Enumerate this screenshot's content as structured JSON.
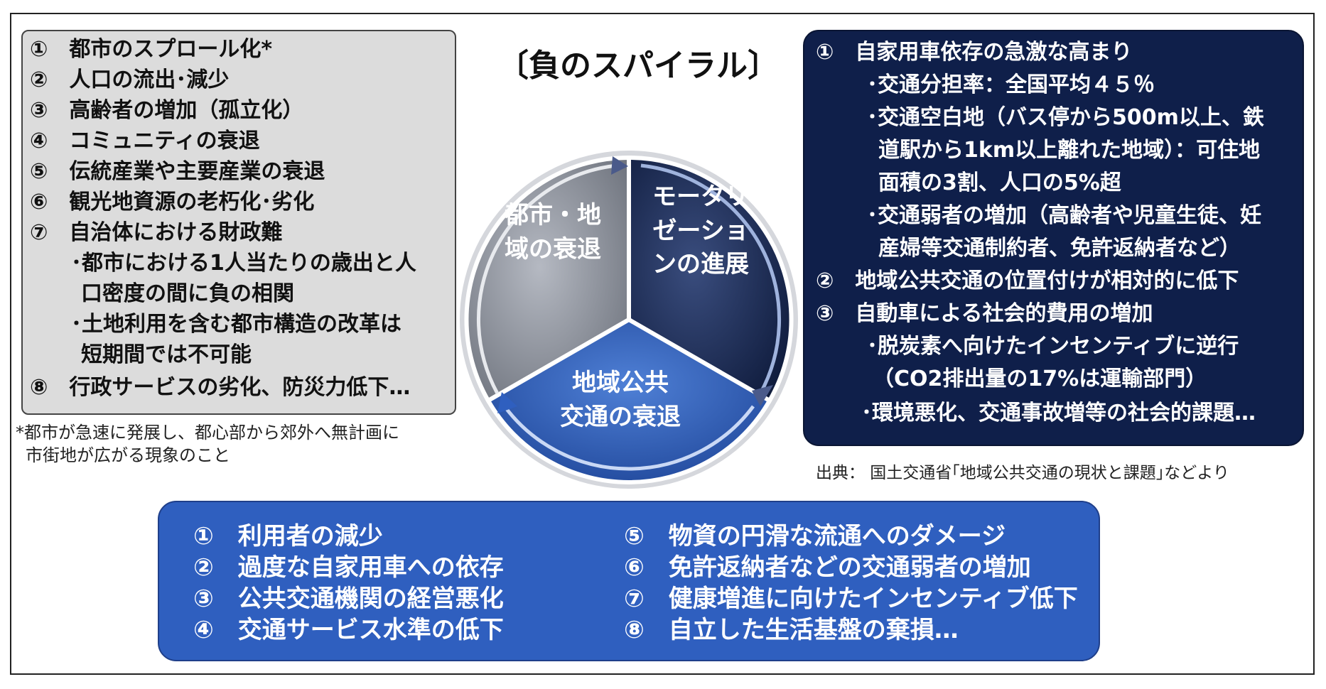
{
  "spiral": {
    "title": "〔負のスパイラル〕",
    "segments": {
      "decline_label_line1": "都市・地",
      "decline_label_line2": "域の衰退",
      "motorization_line1": "モータリ",
      "motorization_line2": "ゼーショ",
      "motorization_line3": "ンの進展",
      "transit_line1": "地域公共",
      "transit_line2": "交通の衰退"
    }
  },
  "left_panel": {
    "items": [
      "①　都市のスプロール化*",
      "②　人口の流出･減少",
      "③　高齢者の増加（孤立化）",
      "④　コミュニティの衰退",
      "⑤　伝統産業や主要産業の衰退",
      "⑥　観光地資源の老朽化･劣化",
      "⑦　自治体における財政難",
      "･都市における1人当たりの歳出と人",
      "口密度の間に負の相関",
      "･土地利用を含む都市構造の改革は",
      "短期間では不可能",
      "⑧　行政サービスの劣化、防災力低下…"
    ],
    "footnote_line1": "*都市が急速に発展し、都心部から郊外へ無計画に",
    "footnote_line2": "市街地が広がる現象のこと"
  },
  "right_panel": {
    "items": [
      "①　自家用車依存の急激な高まり",
      "･交通分担率：全国平均４５％",
      "･交通空白地（バス停から500m以上、鉄",
      "道駅から1km以上離れた地域）：可住地",
      "面積の3割、人口の5%超",
      "･交通弱者の増加（高齢者や児童生徒、妊",
      "産婦等交通制約者、免許返納者など）",
      "②　地域公共交通の位置付けが相対的に低下",
      "③　自動車による社会的費用の増加",
      "･脱炭素へ向けたインセンティブに逆行",
      "（CO2排出量の17%は運輸部門）",
      "･環境悪化、交通事故増等の社会的課題…"
    ]
  },
  "source": "出典：  国土交通省｢地域公共交通の現状と課題｣などより",
  "bottom_panel": {
    "left_items": [
      "①　利用者の減少",
      "②　過度な自家用車への依存",
      "③　公共交通機関の経営悪化",
      "④　交通サービス水準の低下"
    ],
    "right_items": [
      "⑤　物資の円滑な流通へのダメージ",
      "⑥　免許返納者などの交通弱者の増加",
      "⑦　健康増進に向けたインセンティブ低下",
      "⑧　自立した生活基盤の棄損…"
    ]
  },
  "colors": {
    "left_panel_bg": "#dcdcdc",
    "right_panel_bg": "#0f1f4a",
    "bottom_panel_bg": "#2f5fbf",
    "segment_gray": "#8a8f99",
    "segment_navy": "#14224d",
    "segment_blue": "#2f5fbf"
  }
}
